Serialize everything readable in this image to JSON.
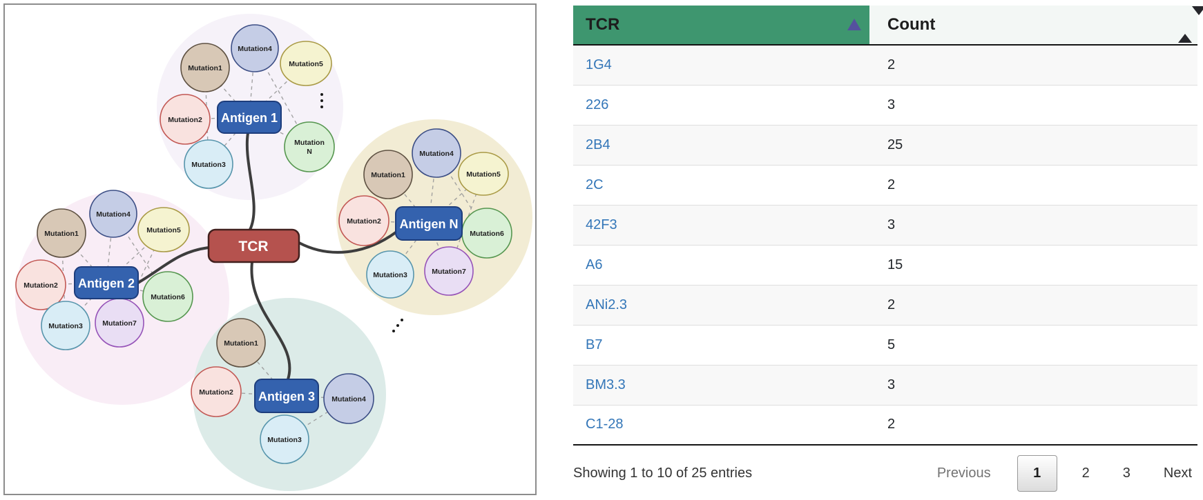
{
  "diagram": {
    "tcr_label": "TCR",
    "ellipsis_note": "more-clusters dots (vertical and diagonal ellipsis)",
    "clusters": [
      {
        "antigen": "Antigen 1",
        "m1": "Mutation1",
        "m2": "Mutation2",
        "m3": "Mutation3",
        "m4": "Mutation4",
        "m5": "Mutation5",
        "mn_line1": "Mutation",
        "mn_line2": "N"
      },
      {
        "antigen": "Antigen 2",
        "m1": "Mutation1",
        "m2": "Mutation2",
        "m3": "Mutation3",
        "m4": "Mutation4",
        "m5": "Mutation5",
        "m6": "Mutation6",
        "m7": "Mutation7"
      },
      {
        "antigen": "Antigen N",
        "m1": "Mutation1",
        "m2": "Mutation2",
        "m3": "Mutation3",
        "m4": "Mutation4",
        "m5": "Mutation5",
        "m6": "Mutation6",
        "m7": "Mutation7"
      },
      {
        "antigen": "Antigen 3",
        "m1": "Mutation1",
        "m2": "Mutation2",
        "m3": "Mutation3",
        "m4": "Mutation4"
      }
    ],
    "colors": {
      "tcr_fill": "#b5524e",
      "antigen_fill": "#3462ae",
      "cluster_top": "#f6f2f9",
      "cluster_left": "#f9edf6",
      "cluster_right": "#f2ecd4",
      "cluster_bottom": "#dcebe8",
      "mutation1": "#d8c8b6",
      "mutation2": "#f9e2df",
      "mutation3": "#d9edf6",
      "mutation4": "#c5cde6",
      "mutation5": "#f5f3d0",
      "mutation6": "#d9f0d6",
      "mutation7": "#e9def4"
    }
  },
  "table": {
    "header": {
      "tcr": "TCR",
      "count": "Count"
    },
    "sort_state": {
      "tcr": "ascending",
      "count": "unsorted"
    },
    "rows": [
      {
        "tcr": "1G4",
        "count": "2"
      },
      {
        "tcr": "226",
        "count": "3"
      },
      {
        "tcr": "2B4",
        "count": "25"
      },
      {
        "tcr": "2C",
        "count": "2"
      },
      {
        "tcr": "42F3",
        "count": "3"
      },
      {
        "tcr": "A6",
        "count": "15"
      },
      {
        "tcr": "ANi2.3",
        "count": "2"
      },
      {
        "tcr": "B7",
        "count": "5"
      },
      {
        "tcr": "BM3.3",
        "count": "3"
      },
      {
        "tcr": "C1-28",
        "count": "2"
      }
    ],
    "info": "Showing 1 to 10 of 25 entries",
    "pagination": {
      "previous": "Previous",
      "page1": "1",
      "page2": "2",
      "page3": "3",
      "next": "Next",
      "active_page": "1"
    },
    "colors": {
      "header_green": "#3e966f",
      "link_blue": "#3376b8"
    }
  }
}
